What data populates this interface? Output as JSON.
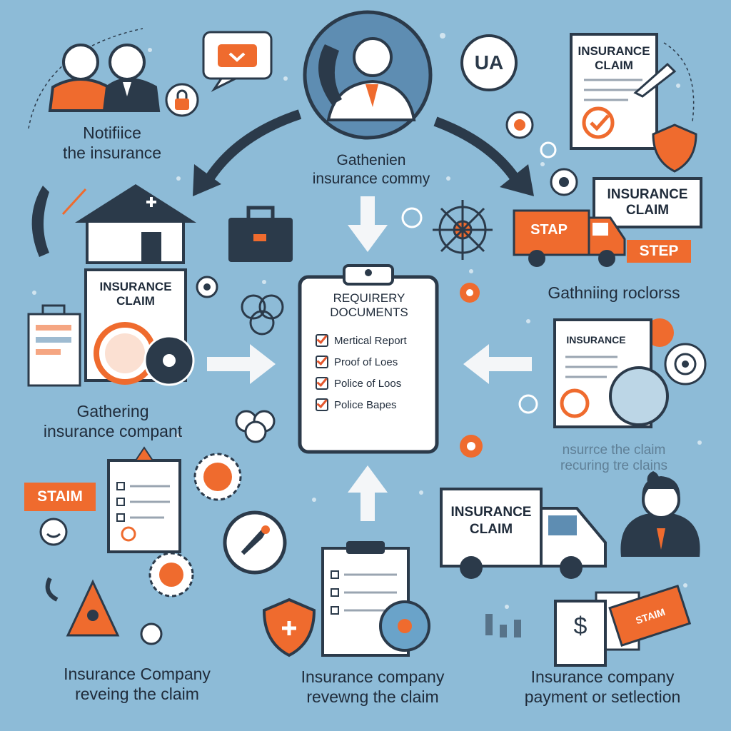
{
  "steps": {
    "notify": [
      "Notifiice",
      "the insurance"
    ],
    "gathering_top": [
      "Gathenien",
      "insurance commy"
    ],
    "gathering_left": [
      "Gathering",
      "insurance compant"
    ],
    "gathering_right": "Gathniing roclorss",
    "reviewing_left": [
      "Insurance Company",
      "reveing the claim"
    ],
    "reviewing_center": [
      "Insurance company",
      "revewng the claim"
    ],
    "payment": [
      "Insurance company",
      "payment or setlection"
    ],
    "faded_right": [
      "nsurrce the claim",
      "recuring tre clains"
    ]
  },
  "documents": {
    "title": [
      "REQUIRERY",
      "DOCUMENTS"
    ],
    "items": [
      "Mertical Report",
      "Proof of Loes",
      "Police of Loos",
      "Police Bapes"
    ]
  },
  "cards": {
    "claim_top_right": [
      "INSURANCE",
      "CLAIM"
    ],
    "claim_right": [
      "INSURANCE",
      "CLAIM"
    ],
    "claim_left": [
      "INSURANCE",
      "CLAIM"
    ],
    "claim_right_mid": "INSURANCE",
    "claim_truck": [
      "INSURANCE",
      "CLAIM"
    ]
  },
  "tags": {
    "stap": "STAP",
    "step": "STEP",
    "staim": "STAIM",
    "staim_small": "STAIM",
    "ua": "UA",
    "dollar": "$"
  },
  "colors": {
    "background": "#8dbbd7",
    "accent": "#ef6b2e",
    "ink": "#2b3a4a",
    "paper": "#ffffff"
  }
}
